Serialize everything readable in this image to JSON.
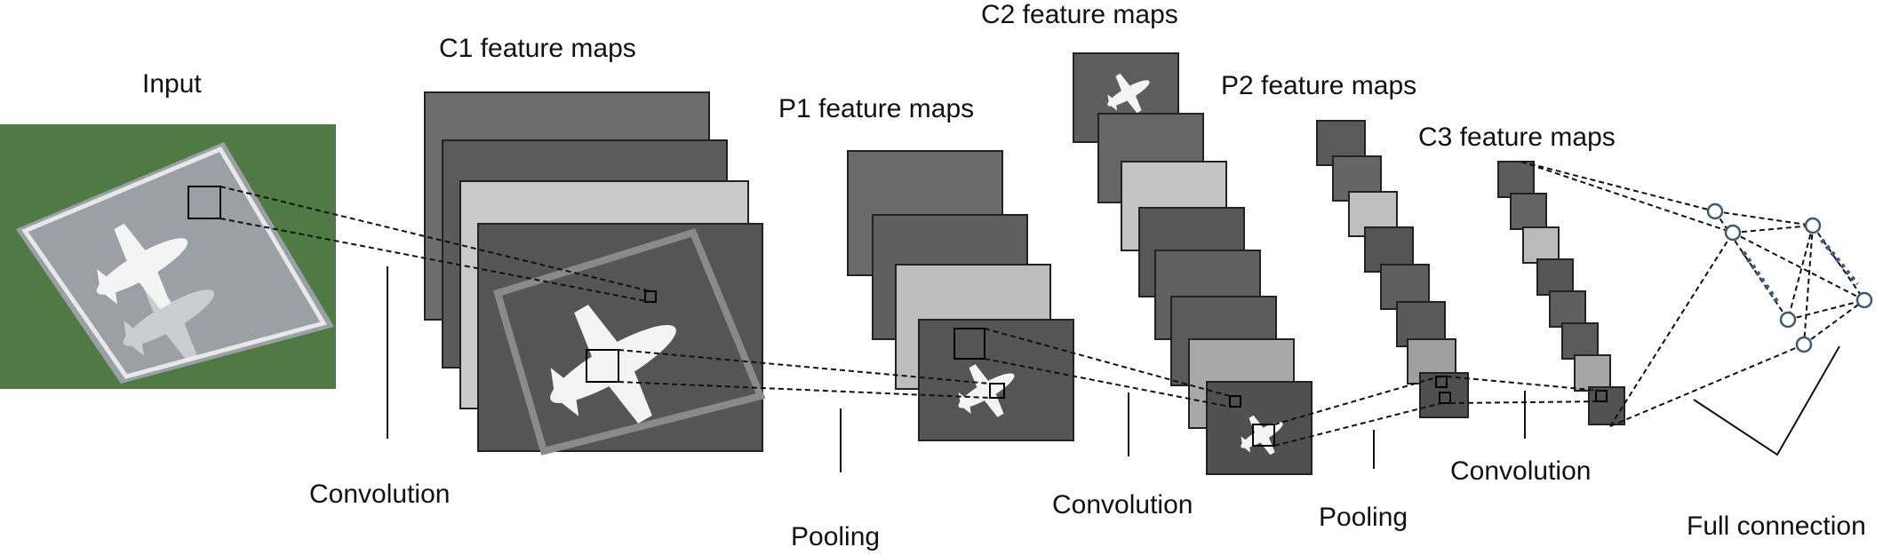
{
  "labels": {
    "input": "Input",
    "c1": "C1 feature maps",
    "p1": "P1 feature maps",
    "c2": "C2 feature maps",
    "p2": "P2 feature maps",
    "c3": "C3 feature maps",
    "convolution_1": "Convolution",
    "pooling_1": "Pooling",
    "convolution_2": "Convolution",
    "pooling_2": "Pooling",
    "convolution_3": "Convolution",
    "full_connection": "Full connection"
  },
  "layers": [
    {
      "id": "input",
      "maps": 1,
      "tones": [
        "#4f7a43"
      ]
    },
    {
      "id": "c1",
      "maps": 4,
      "tones": [
        "#6d6d6d",
        "#5a5a5a",
        "#c9c9c9",
        "#555555"
      ]
    },
    {
      "id": "p1",
      "maps": 4,
      "tones": [
        "#6a6a6a",
        "#5f5f5f",
        "#bdbdbd",
        "#555555"
      ]
    },
    {
      "id": "c2",
      "maps": 8,
      "tones": [
        "#5d5d5d",
        "#666666",
        "#c4c4c4",
        "#575757",
        "#606060",
        "#5b5b5b",
        "#a9a9a9",
        "#505050"
      ]
    },
    {
      "id": "p2",
      "maps": 8,
      "tones": [
        "#5a5a5a",
        "#656565",
        "#bfbfbf",
        "#545454",
        "#5e5e5e",
        "#595959",
        "#9f9f9f",
        "#4f4f4f"
      ]
    },
    {
      "id": "c3",
      "maps": 8,
      "tones": [
        "#5c5c5c",
        "#646464",
        "#bbbbbb",
        "#565656",
        "#5f5f5f",
        "#5a5a5a",
        "#a5a5a5",
        "#525252"
      ]
    }
  ],
  "colors": {
    "background": "#ffffff",
    "line": "#111111",
    "node_fill": "#ffffff",
    "node_stroke": "#3c5a72",
    "dots": "#3a5a78",
    "runway": "#9aa0a6",
    "grass": "#4f7a43"
  }
}
